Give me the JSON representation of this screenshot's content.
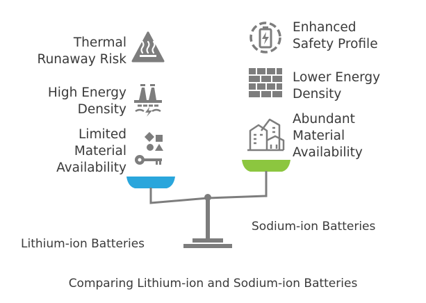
{
  "left": {
    "name": "Lithium-ion Batteries",
    "color": "#2aa6dc",
    "items": [
      {
        "line1": "Thermal",
        "line2": "Runaway Risk",
        "icon": "hot-surface-warning-icon"
      },
      {
        "line1": "High Energy",
        "line2": "Density",
        "icon": "power-plant-icon"
      },
      {
        "line1": "Limited",
        "line2": "Material",
        "line3": "Availability",
        "icon": "key-and-shapes-icon"
      }
    ]
  },
  "right": {
    "name": "Sodium-ion Batteries",
    "color": "#8cc63f",
    "items": [
      {
        "line1": "Enhanced",
        "line2": "Safety Profile",
        "icon": "battery-safety-icon"
      },
      {
        "line1": "Lower Energy",
        "line2": "Density",
        "icon": "brick-wall-icon"
      },
      {
        "line1": "Abundant",
        "line2": "Material",
        "line3": "Availability",
        "icon": "buildings-stack-icon"
      }
    ]
  },
  "caption": "Comparing Lithium-ion and Sodium-ion Batteries"
}
